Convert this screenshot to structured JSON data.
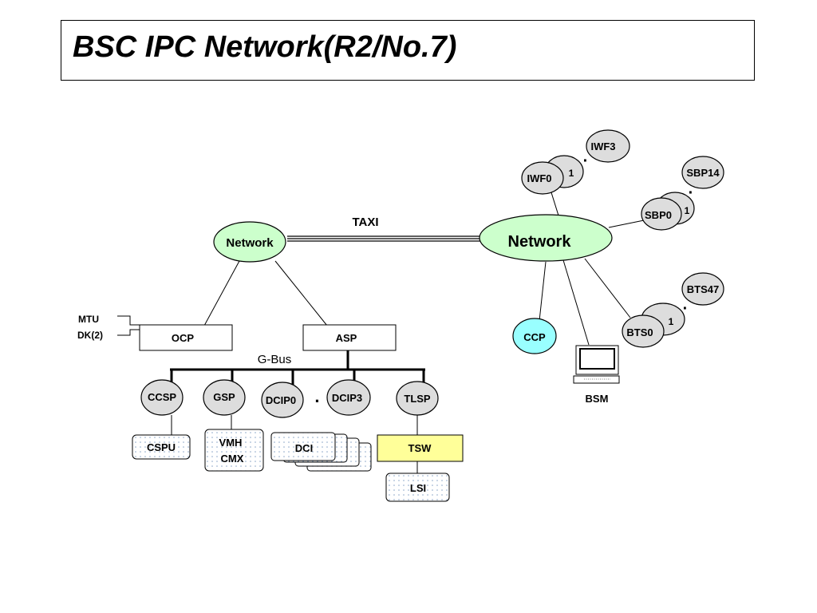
{
  "title": "BSC IPC Network(R2/No.7)",
  "taxi_label": "TAXI",
  "gbus_label": "G-Bus",
  "network_left_label": "Network",
  "network_right_label": "Network",
  "mtu_label": "MTU",
  "dk_label": "DK(2)",
  "processors": {
    "ocp": "OCP",
    "asp": "ASP",
    "ccsp": "CCSP",
    "gsp": "GSP",
    "dcip0": "DCIP0",
    "dcip3": "DCIP3",
    "tlsp": "TLSP",
    "ccp": "CCP"
  },
  "units": {
    "cspu": "CSPU",
    "vmh": "VMH",
    "cmx": "CMX",
    "dci": "DCI",
    "tsw": "TSW",
    "lsi": "LSI",
    "bsm": "BSM"
  },
  "iwf": {
    "first": "IWF0",
    "mid": "1",
    "last": "IWF3"
  },
  "sbp": {
    "first": "SBP0",
    "mid": "1",
    "last": "SBP14"
  },
  "bts": {
    "first": "BTS0",
    "mid": "1",
    "last": "BTS47"
  },
  "dot": "·",
  "colors": {
    "network_fill": "#ccffcc",
    "ccp_fill": "#99ffff",
    "node_fill": "#dddddd",
    "tsw_fill": "#ffff99",
    "dotted_fill": "#dbe6f4"
  }
}
